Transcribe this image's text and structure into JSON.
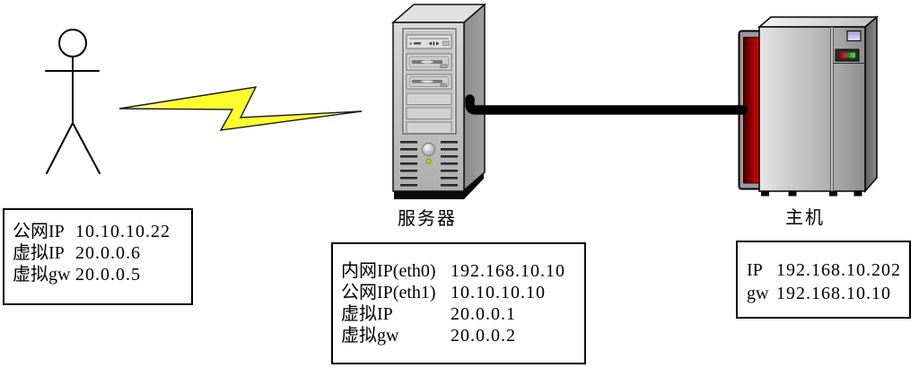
{
  "nodes": {
    "user": {
      "lines": [
        {
          "label": "公网IP",
          "value": "10.10.10.22"
        },
        {
          "label": "虚拟IP",
          "value": "20.0.0.6"
        },
        {
          "label": "虚拟gw",
          "value": "20.0.0.5"
        }
      ]
    },
    "server": {
      "caption": "服务器",
      "lines": [
        {
          "label": "内网IP(eth0)",
          "value": "192.168.10.10"
        },
        {
          "label": "公网IP(eth1)",
          "value": "10.10.10.10"
        },
        {
          "label": "虚拟IP",
          "value": "20.0.0.1"
        },
        {
          "label": "虚拟gw",
          "value": "20.0.0.2"
        }
      ]
    },
    "host": {
      "caption": "主机",
      "lines": [
        {
          "label": "IP",
          "value": "192.168.10.202"
        },
        {
          "label": "gw",
          "value": "192.168.10.10"
        }
      ]
    }
  },
  "colors": {
    "bolt_yellow": "#ffff2e",
    "door_red": "#cc0000",
    "power_led": "#c8d400",
    "indicator_red": "#cc2222",
    "indicator_green": "#33cc33",
    "cable_black": "#000000"
  }
}
